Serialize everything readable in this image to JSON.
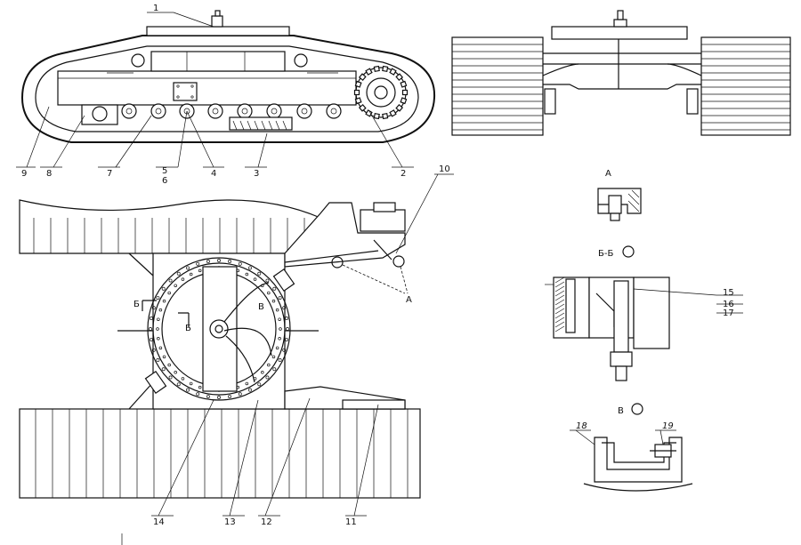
{
  "callouts": {
    "c1": "1",
    "c2": "2",
    "c3": "3",
    "c4": "4",
    "c5": "5",
    "c6": "6",
    "c7": "7",
    "c8": "8",
    "c9": "9",
    "c10": "10",
    "c11": "11",
    "c12": "12",
    "c13": "13",
    "c14": "14",
    "c15": "15",
    "c16": "16",
    "c17": "17",
    "c18": "18",
    "c19": "19"
  },
  "views": {
    "a": "А",
    "a_marker": "А",
    "bb": "Б-Б",
    "b_left": "Б",
    "b_right": "Б",
    "v": "В",
    "v_marker": "В"
  },
  "icons": {
    "section_view": "circle-marker-icon"
  }
}
